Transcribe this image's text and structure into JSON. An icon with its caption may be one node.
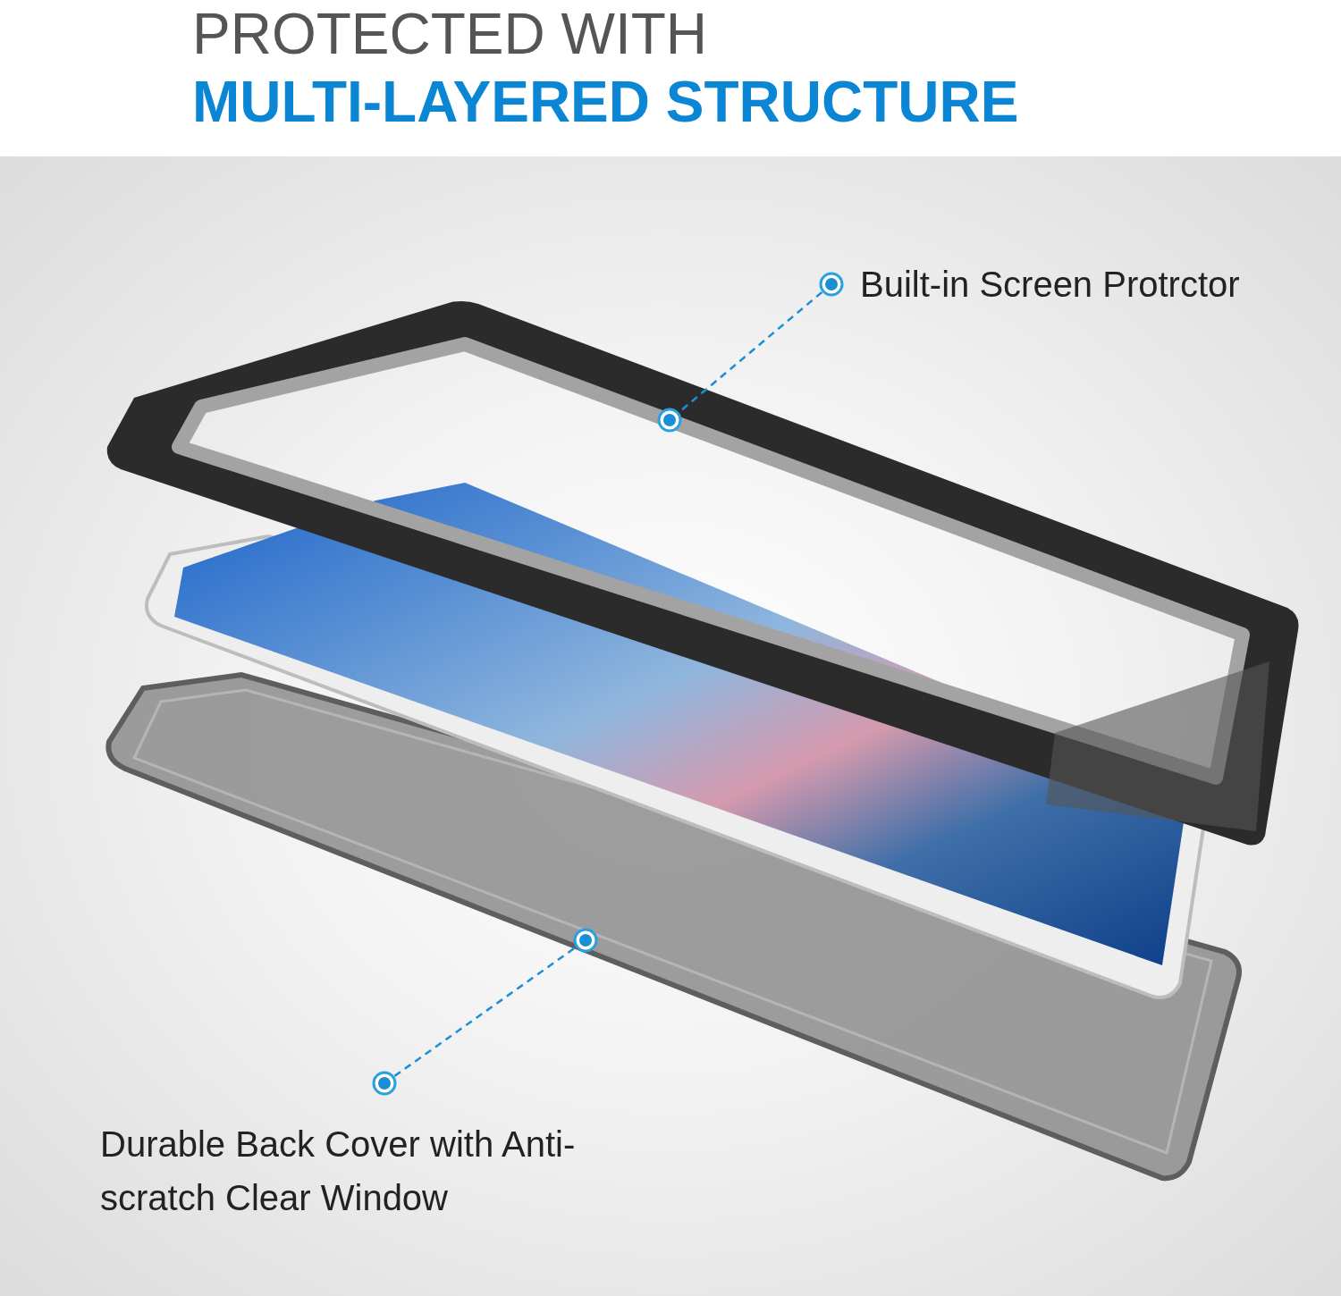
{
  "diagram": {
    "title": "PROTECTED WITH **MULTI-LAYERED STRUCTURE**",
    "nodes": [
      {
        "text": [
          "Built-in Screen Protrctor"
        ]
      },
      {
        "text": [],
        "shape": "picture"
      },
      {
        "text": [
          "Durable Back Cover with Anti-scratch Clear Window"
        ]
      },
      {
        "text": [],
        "shape": "picture"
      }
    ],
    "edges": [
      {
        "from": 0,
        "to": 1,
        "arrow": "other",
        "style": "dashed"
      },
      {
        "from": 2,
        "to": 3,
        "arrow": "other",
        "style": "dashed"
      }
    ]
  }
}
